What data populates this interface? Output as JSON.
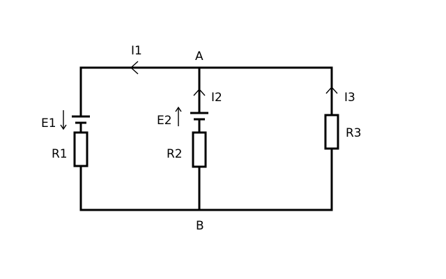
{
  "labels": {
    "node_a": "A",
    "node_b": "B",
    "i1": "I1",
    "i2": "I2",
    "i3": "I3",
    "e1": "E1",
    "e2": "E2",
    "r1": "R1",
    "r2": "R2",
    "r3": "R3"
  },
  "icons": {
    "current_arrow": "chevron-arrow-icon",
    "emf_arrow": "arrow-icon",
    "battery": "battery-cell-icon",
    "resistor": "resistor-icon"
  }
}
